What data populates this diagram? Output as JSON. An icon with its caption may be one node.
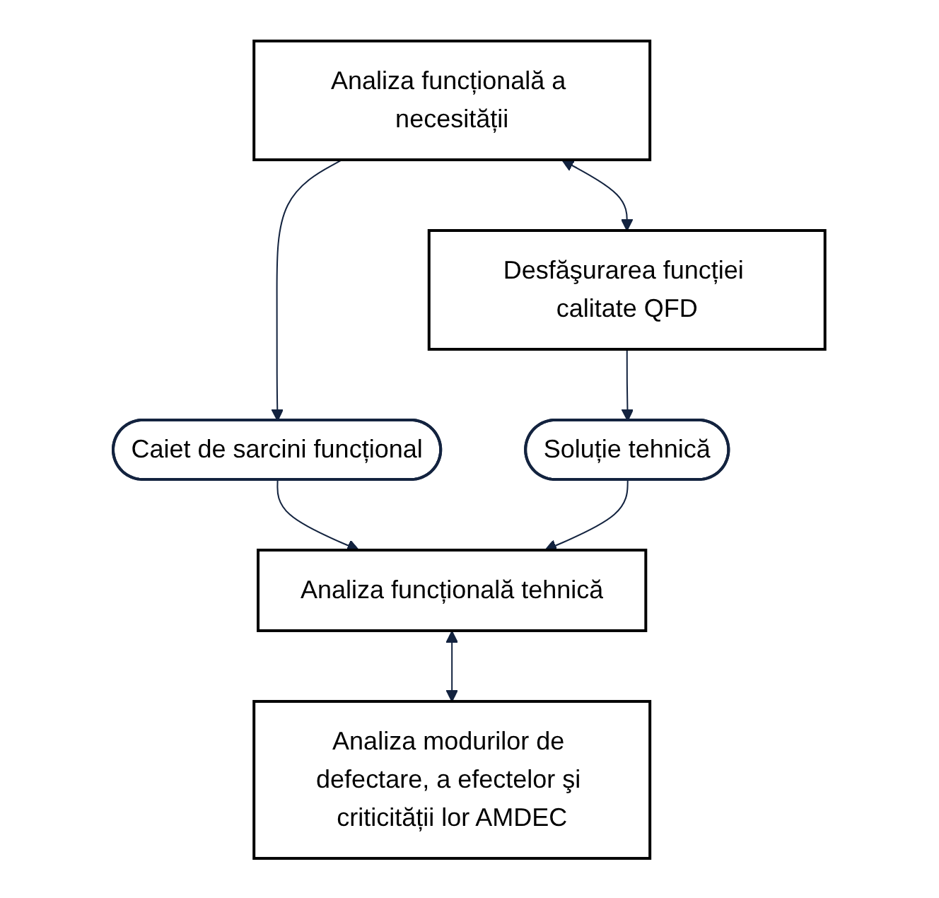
{
  "diagram": {
    "nodes": [
      {
        "text": [
          "Analiza funcțională a necesității"
        ]
      },
      {
        "text": [
          "Desfăşurarea funcției calitate QFD"
        ]
      },
      {
        "text": [
          "Caiet de sarcini funcțional"
        ]
      },
      {
        "text": [
          "Soluție tehnică"
        ]
      },
      {
        "text": [
          "Analiza funcțională tehnică"
        ]
      },
      {
        "text": [
          "Analiza modurilor de defectare, a efectelor şi criticității lor AMDEC"
        ]
      }
    ],
    "edges": [
      {
        "from": 0,
        "to": 1,
        "arrow": "both"
      },
      {
        "from": 0,
        "to": 2,
        "arrow": "to"
      },
      {
        "from": 1,
        "to": 3,
        "arrow": "to"
      },
      {
        "from": 2,
        "to": 4,
        "arrow": "to"
      },
      {
        "from": 3,
        "to": 4,
        "arrow": "to"
      },
      {
        "from": 4,
        "to": 5,
        "arrow": "both"
      }
    ]
  }
}
